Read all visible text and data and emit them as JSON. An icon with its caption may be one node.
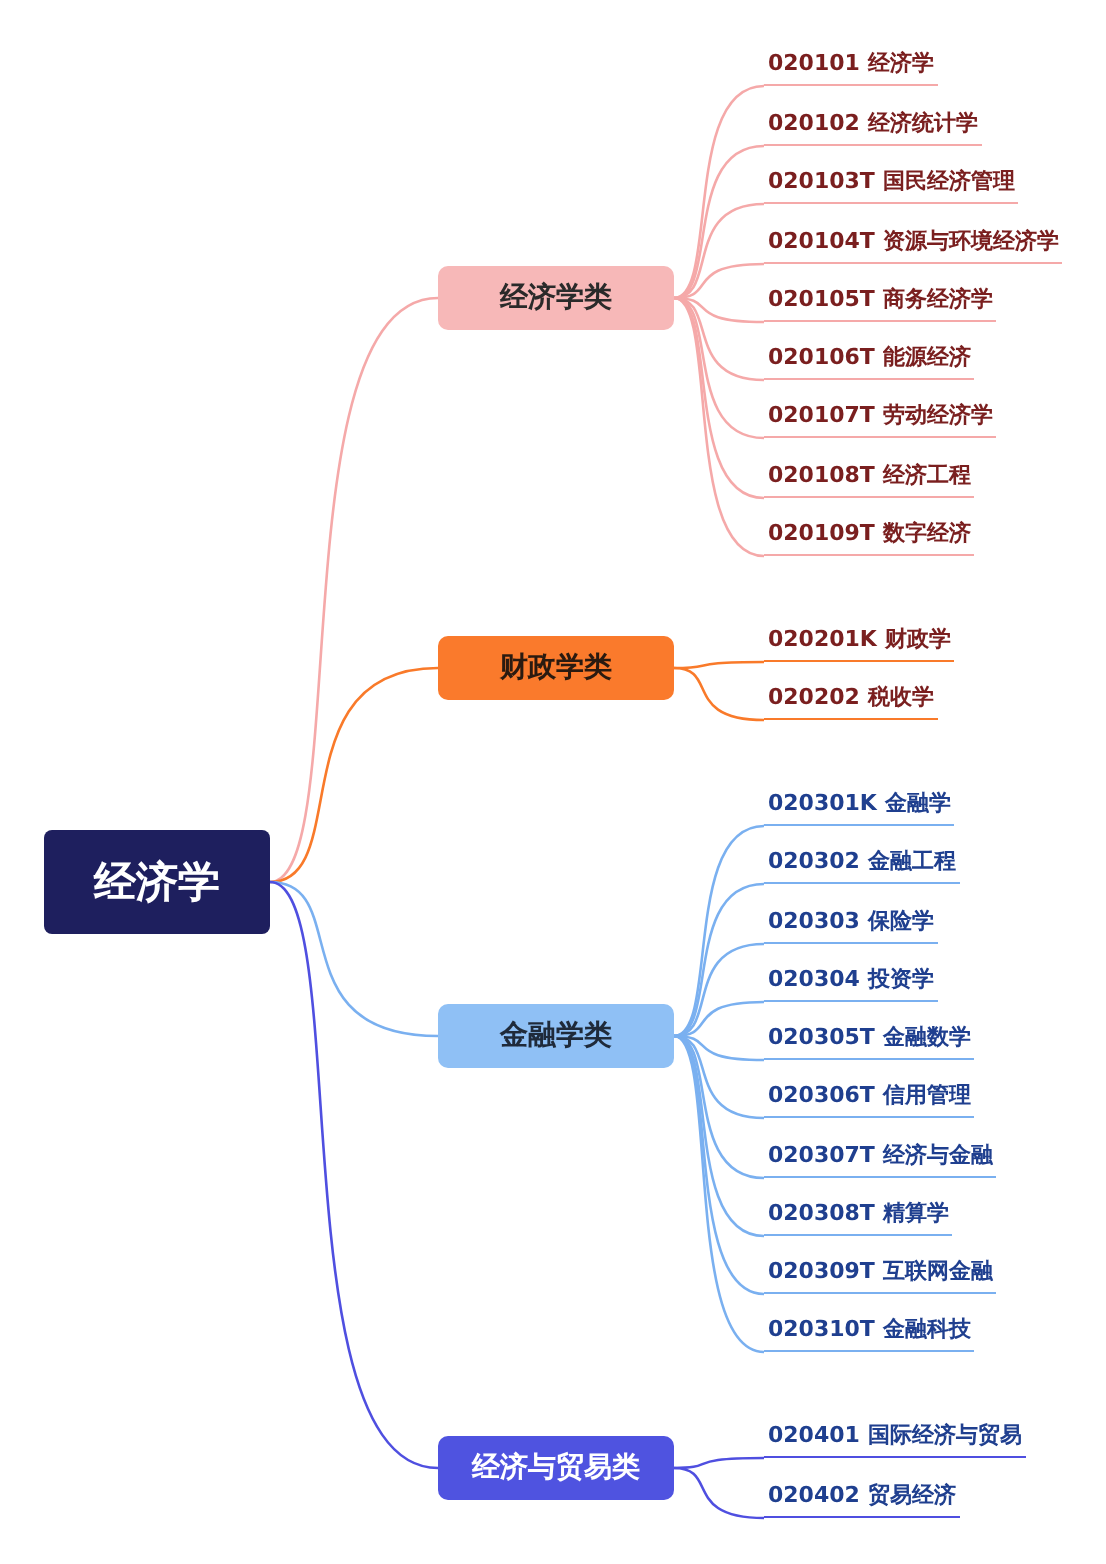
{
  "diagram": {
    "nodes": [
      {
        "text": [
          "经济学"
        ]
      },
      {
        "text": [
          "经济学类"
        ]
      },
      {
        "text": [
          "020101 经济学"
        ]
      },
      {
        "text": [
          "020102 经济统计学"
        ]
      },
      {
        "text": [
          "020103T 国民经济管理"
        ]
      },
      {
        "text": [
          "020104T 资源与环境经济学"
        ]
      },
      {
        "text": [
          "020105T 商务经济学"
        ]
      },
      {
        "text": [
          "020106T 能源经济"
        ]
      },
      {
        "text": [
          "020107T 劳动经济学"
        ]
      },
      {
        "text": [
          "020108T 经济工程"
        ]
      },
      {
        "text": [
          "020109T 数字经济"
        ]
      },
      {
        "text": [
          "财政学类"
        ]
      },
      {
        "text": [
          "020201K 财政学"
        ]
      },
      {
        "text": [
          "020202 税收学"
        ]
      },
      {
        "text": [
          "金融学类"
        ]
      },
      {
        "text": [
          "020301K 金融学"
        ]
      },
      {
        "text": [
          "020302 金融工程"
        ]
      },
      {
        "text": [
          "020303 保险学"
        ]
      },
      {
        "text": [
          "020304 投资学"
        ]
      },
      {
        "text": [
          "020305T 金融数学"
        ]
      },
      {
        "text": [
          "020306T 信用管理"
        ]
      },
      {
        "text": [
          "020307T 经济与金融"
        ]
      },
      {
        "text": [
          "020308T 精算学"
        ]
      },
      {
        "text": [
          "020309T 互联网金融"
        ]
      },
      {
        "text": [
          "020310T 金融科技"
        ]
      },
      {
        "text": [
          "经济与贸易类"
        ]
      },
      {
        "text": [
          "020401 国际经济与贸易"
        ]
      },
      {
        "text": [
          "020402 贸易经济"
        ]
      }
    ],
    "edges": [
      {
        "from": 0,
        "to": 1,
        "arrow": "none",
        "color": "#f5a9a9"
      },
      {
        "from": 1,
        "to": 2,
        "arrow": "none",
        "color": "#f5a9a9"
      },
      {
        "from": 1,
        "to": 3,
        "arrow": "none",
        "color": "#f5a9a9"
      },
      {
        "from": 1,
        "to": 4,
        "arrow": "none",
        "color": "#f5a9a9"
      },
      {
        "from": 1,
        "to": 5,
        "arrow": "none",
        "color": "#f5a9a9"
      },
      {
        "from": 1,
        "to": 6,
        "arrow": "none",
        "color": "#f5a9a9"
      },
      {
        "from": 1,
        "to": 7,
        "arrow": "none",
        "color": "#f5a9a9"
      },
      {
        "from": 1,
        "to": 8,
        "arrow": "none",
        "color": "#f5a9a9"
      },
      {
        "from": 1,
        "to": 9,
        "arrow": "none",
        "color": "#f5a9a9"
      },
      {
        "from": 1,
        "to": 10,
        "arrow": "none",
        "color": "#f5a9a9"
      },
      {
        "from": 0,
        "to": 11,
        "arrow": "none",
        "color": "#f97a2a"
      },
      {
        "from": 11,
        "to": 12,
        "arrow": "none",
        "color": "#f97a2a"
      },
      {
        "from": 11,
        "to": 13,
        "arrow": "none",
        "color": "#f97a2a"
      },
      {
        "from": 0,
        "to": 14,
        "arrow": "none"
      },
      {
        "from": 14,
        "to": 15,
        "arrow": "none"
      },
      {
        "from": 14,
        "to": 16,
        "arrow": "none"
      },
      {
        "from": 14,
        "to": 17,
        "arrow": "none"
      },
      {
        "from": 14,
        "to": 18,
        "arrow": "none"
      },
      {
        "from": 14,
        "to": 19,
        "arrow": "none"
      },
      {
        "from": 14,
        "to": 20,
        "arrow": "none"
      },
      {
        "from": 14,
        "to": 21,
        "arrow": "none"
      },
      {
        "from": 14,
        "to": 22,
        "arrow": "none"
      },
      {
        "from": 14,
        "to": 23,
        "arrow": "none"
      },
      {
        "from": 14,
        "to": 24,
        "arrow": "none"
      },
      {
        "from": 0,
        "to": 25,
        "arrow": "none",
        "color": "#4f4fe0"
      },
      {
        "from": 25,
        "to": 26,
        "arrow": "none",
        "color": "#4f4fe0"
      },
      {
        "from": 25,
        "to": 27,
        "arrow": "none",
        "color": "#4f4fe0"
      }
    ]
  }
}
